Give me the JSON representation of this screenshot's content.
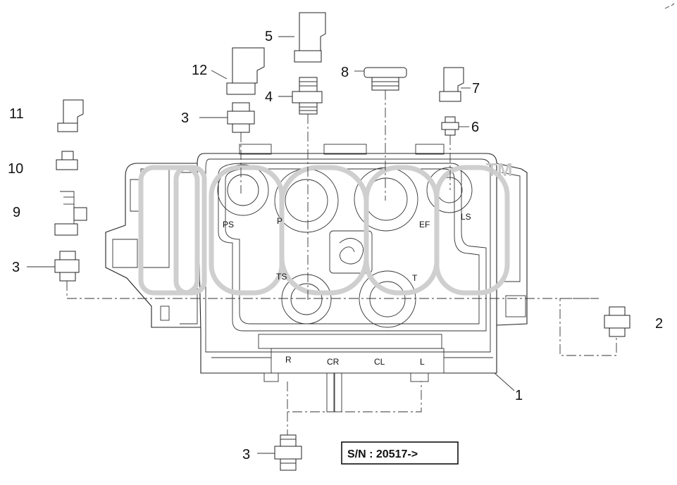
{
  "diagram": {
    "callouts": {
      "c1": "1",
      "c2": "2",
      "c3_top": "3",
      "c3_left": "3",
      "c3_bottom": "3",
      "c4": "4",
      "c5": "5",
      "c6": "6",
      "c7": "7",
      "c8": "8",
      "c9": "9",
      "c10": "10",
      "c11": "11",
      "c12": "12"
    },
    "ports": {
      "ps": "PS",
      "p": "P",
      "ef": "EF",
      "ls": "LS",
      "ts": "TS",
      "t": "T",
      "r": "R",
      "cr": "CR",
      "cl": "CL",
      "l": "L"
    },
    "serial": "S/N : 20517->",
    "watermark_tm": "TM",
    "colors": {
      "line": "#222222",
      "watermark": "#cfcfcf",
      "background": "#ffffff"
    }
  }
}
